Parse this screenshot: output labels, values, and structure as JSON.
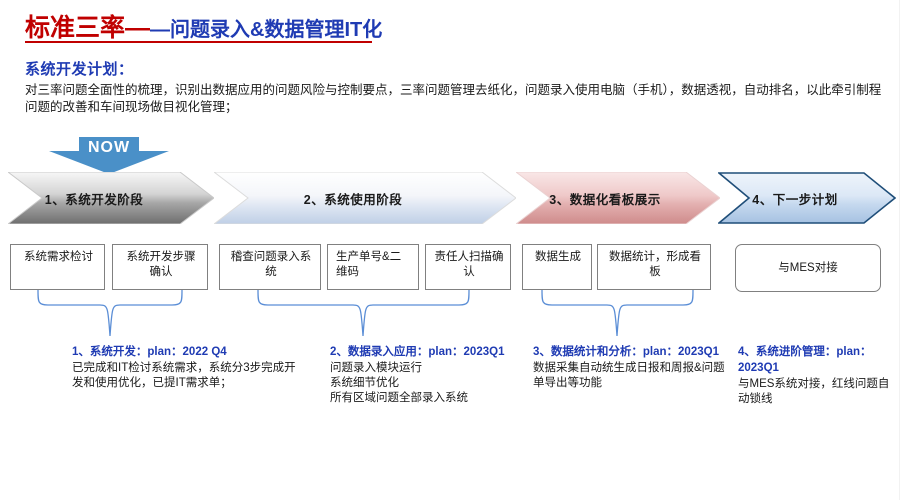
{
  "title": {
    "red_part": "标准三率—",
    "blue_part": "—问题录入&数据管理IT化"
  },
  "plan": {
    "heading": "系统开发计划：",
    "paragraph": "对三率问题全面性的梳理，识别出数据应用的问题风险与控制要点，三率问题管理去纸化，问题录入使用电脑（手机），数据透视，自动排名，以此牵引制程问题的改善和车间现场做目视化管理；"
  },
  "now_marker": {
    "label": "NOW",
    "color": "#4a90c8"
  },
  "phases": [
    {
      "label": "1、系统开发阶段",
      "fill_from": "#f2f2f2",
      "fill_to": "#7b7b7b",
      "stroke": "#bfbfbf"
    },
    {
      "label": "2、系统使用阶段",
      "fill_from": "#ffffff",
      "fill_to": "#c6d3e8",
      "stroke": "#d9d9d9"
    },
    {
      "label": "3、数据化看板展示",
      "fill_from": "#f7e3e3",
      "fill_to": "#d28a8a",
      "stroke": "#e8c9c9"
    },
    {
      "label": "4、下一步计划",
      "fill_from": "#e8f0fa",
      "fill_to": "#a9c4e4",
      "stroke": "#1f4e79"
    }
  ],
  "task_boxes": [
    {
      "text": "系统需求检讨"
    },
    {
      "text": "系统开发步骤确认"
    },
    {
      "text": "稽查问题录入系统"
    },
    {
      "text": "生产单号&二维码"
    },
    {
      "text": "责任人扫描确认"
    },
    {
      "text": "数据生成"
    },
    {
      "text": "数据统计，形成看板"
    },
    {
      "text": "与MES对接"
    }
  ],
  "notes": [
    {
      "title": "1、系统开发：plan：2022 Q4",
      "body": "已完成和IT检讨系统需求，系统分3步完成开发和使用优化，已提IT需求单；"
    },
    {
      "title": "2、数据录入应用：plan：2023Q1",
      "body": "问题录入模块运行\n系统细节优化\n所有区域问题全部录入系统"
    },
    {
      "title": "3、数据统计和分析：plan：2023Q1",
      "body": "数据采集自动统生成日报和周报&问题单导出等功能"
    },
    {
      "title": "4、系统进阶管理：plan：2023Q1",
      "body": "与MES系统对接，红线问题自动锁线"
    }
  ],
  "colors": {
    "title_red": "#c00000",
    "title_blue": "#1f3bb3",
    "note_title_blue": "#1f3bb3",
    "brace_blue": "#5b8ed6",
    "box_border": "#808080"
  }
}
